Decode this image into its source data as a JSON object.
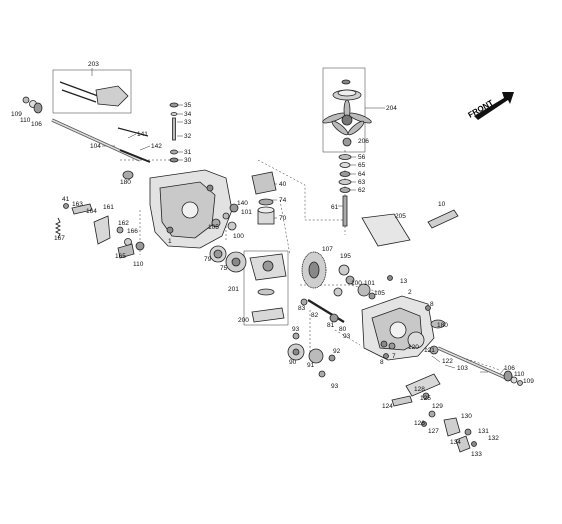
{
  "diagram": {
    "front_label": "FRONT",
    "colors": {
      "line": "#222222",
      "part_light": "#e6e6e6",
      "part_mid": "#b4b4b4",
      "part_dark": "#777777",
      "leader": "#333333"
    },
    "labels": [
      {
        "id": "l203",
        "text": "203"
      },
      {
        "id": "l35",
        "text": "35"
      },
      {
        "id": "l34",
        "text": "34"
      },
      {
        "id": "l33",
        "text": "33"
      },
      {
        "id": "l32",
        "text": "32"
      },
      {
        "id": "l31",
        "text": "31"
      },
      {
        "id": "l30",
        "text": "30"
      },
      {
        "id": "l204",
        "text": "204"
      },
      {
        "id": "l206",
        "text": "206"
      },
      {
        "id": "l56",
        "text": "56"
      },
      {
        "id": "l65",
        "text": "65"
      },
      {
        "id": "l64",
        "text": "64"
      },
      {
        "id": "l63",
        "text": "63"
      },
      {
        "id": "l62",
        "text": "62"
      },
      {
        "id": "l61",
        "text": "61"
      },
      {
        "id": "l109a",
        "text": "109"
      },
      {
        "id": "l110a",
        "text": "110"
      },
      {
        "id": "l106a",
        "text": "106"
      },
      {
        "id": "l104",
        "text": "104"
      },
      {
        "id": "l141",
        "text": "141"
      },
      {
        "id": "l142",
        "text": "142"
      },
      {
        "id": "l180a",
        "text": "180"
      },
      {
        "id": "l40",
        "text": "40"
      },
      {
        "id": "l74",
        "text": "74"
      },
      {
        "id": "l70",
        "text": "70"
      },
      {
        "id": "l140",
        "text": "140"
      },
      {
        "id": "l101a",
        "text": "101"
      },
      {
        "id": "l105a",
        "text": "105"
      },
      {
        "id": "l100a",
        "text": "100"
      },
      {
        "id": "l41",
        "text": "41"
      },
      {
        "id": "l163",
        "text": "163"
      },
      {
        "id": "l164",
        "text": "164"
      },
      {
        "id": "l161",
        "text": "161"
      },
      {
        "id": "l162",
        "text": "162"
      },
      {
        "id": "l166",
        "text": "166"
      },
      {
        "id": "l167",
        "text": "167"
      },
      {
        "id": "l165",
        "text": "165"
      },
      {
        "id": "l110b",
        "text": "110"
      },
      {
        "id": "l1",
        "text": "1"
      },
      {
        "id": "l79",
        "text": "79"
      },
      {
        "id": "l75",
        "text": "75"
      },
      {
        "id": "l205",
        "text": "205"
      },
      {
        "id": "l10",
        "text": "10"
      },
      {
        "id": "l107",
        "text": "107"
      },
      {
        "id": "l195",
        "text": "195"
      },
      {
        "id": "l201",
        "text": "201"
      },
      {
        "id": "l200",
        "text": "200"
      },
      {
        "id": "l100b",
        "text": "100"
      },
      {
        "id": "l101b",
        "text": "101"
      },
      {
        "id": "l105b",
        "text": "105"
      },
      {
        "id": "l13",
        "text": "13"
      },
      {
        "id": "l2",
        "text": "2"
      },
      {
        "id": "l8a",
        "text": "8"
      },
      {
        "id": "l83",
        "text": "83"
      },
      {
        "id": "l82",
        "text": "82"
      },
      {
        "id": "l81",
        "text": "81"
      },
      {
        "id": "l80",
        "text": "80"
      },
      {
        "id": "l93a",
        "text": "93"
      },
      {
        "id": "l180b",
        "text": "180"
      },
      {
        "id": "l7",
        "text": "7"
      },
      {
        "id": "l8b",
        "text": "8"
      },
      {
        "id": "l120",
        "text": "120"
      },
      {
        "id": "l121",
        "text": "121"
      },
      {
        "id": "l122",
        "text": "122"
      },
      {
        "id": "l103",
        "text": "103"
      },
      {
        "id": "l106b",
        "text": "106"
      },
      {
        "id": "l110c",
        "text": "110"
      },
      {
        "id": "l109b",
        "text": "109"
      },
      {
        "id": "l93b",
        "text": "93"
      },
      {
        "id": "l90",
        "text": "90"
      },
      {
        "id": "l91",
        "text": "91"
      },
      {
        "id": "l92",
        "text": "92"
      },
      {
        "id": "l93c",
        "text": "93"
      },
      {
        "id": "l128",
        "text": "128"
      },
      {
        "id": "l125",
        "text": "125"
      },
      {
        "id": "l124",
        "text": "124"
      },
      {
        "id": "l129",
        "text": "129"
      },
      {
        "id": "l126",
        "text": "126"
      },
      {
        "id": "l127",
        "text": "127"
      },
      {
        "id": "l130",
        "text": "130"
      },
      {
        "id": "l134",
        "text": "134"
      },
      {
        "id": "l131",
        "text": "131"
      },
      {
        "id": "l132",
        "text": "132"
      },
      {
        "id": "l133",
        "text": "133"
      }
    ]
  }
}
